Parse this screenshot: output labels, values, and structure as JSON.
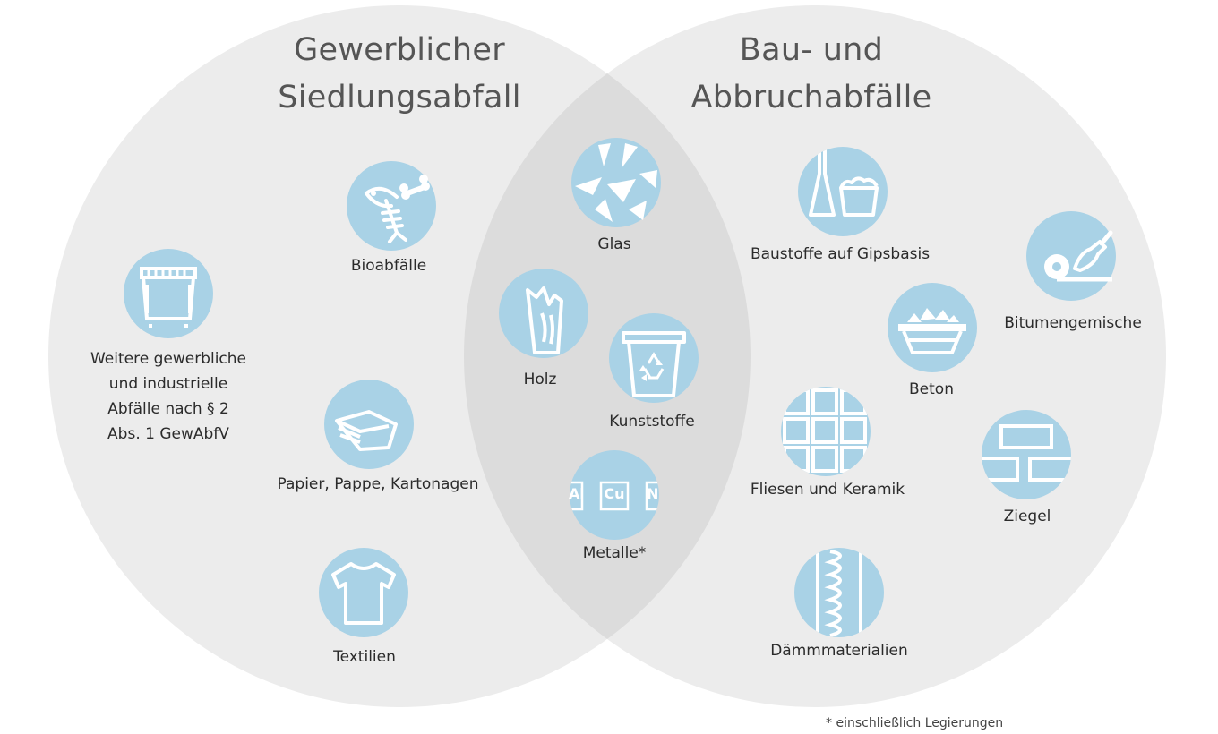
{
  "colors": {
    "circle_fill": "#ececec",
    "overlap_fill": "#dcdcdc",
    "icon_fill": "#a9d2e6",
    "icon_stroke": "#ffffff",
    "title_color": "#555555",
    "label_color": "#2b2b2b"
  },
  "sets": {
    "left_title": [
      "Gewerblicher",
      "Siedlungsabfall"
    ],
    "right_title": [
      "Bau- und",
      "Abbruchabfälle"
    ]
  },
  "left_items": {
    "bioabfaelle": {
      "label": "Bioabfälle",
      "icon": "fish-bone-icon"
    },
    "weitere": {
      "label": [
        "Weitere gewerbliche",
        "und industrielle",
        "Abfälle nach § 2",
        "Abs. 1 GewAbfV"
      ],
      "icon": "container-icon"
    },
    "papier": {
      "label": "Papier, Pappe, Kartonagen",
      "icon": "paper-stack-icon"
    },
    "textilien": {
      "label": "Textilien",
      "icon": "tshirt-icon"
    }
  },
  "overlap_items": {
    "glas": {
      "label": "Glas",
      "icon": "broken-glass-icon"
    },
    "holz": {
      "label": "Holz",
      "icon": "wood-icon"
    },
    "kunststoffe": {
      "label": "Kunststoffe",
      "icon": "recycling-bin-icon"
    },
    "metalle": {
      "label": "Metalle*",
      "icon": "metals-icon",
      "elements": [
        "Al",
        "Cu",
        "Ni"
      ]
    }
  },
  "right_items": {
    "gips": {
      "label": "Baustoffe auf Gipsbasis",
      "icon": "gypsum-icon"
    },
    "bitumen": {
      "label": "Bitumengemische",
      "icon": "bitumen-roll-icon"
    },
    "beton": {
      "label": "Beton",
      "icon": "concrete-skip-icon"
    },
    "fliesen": {
      "label": "Fliesen und Keramik",
      "icon": "tiles-icon"
    },
    "ziegel": {
      "label": "Ziegel",
      "icon": "brick-icon"
    },
    "daemm": {
      "label": "Dämmmaterialien",
      "icon": "insulation-icon"
    }
  },
  "footnote": "* einschließlich Legierungen"
}
